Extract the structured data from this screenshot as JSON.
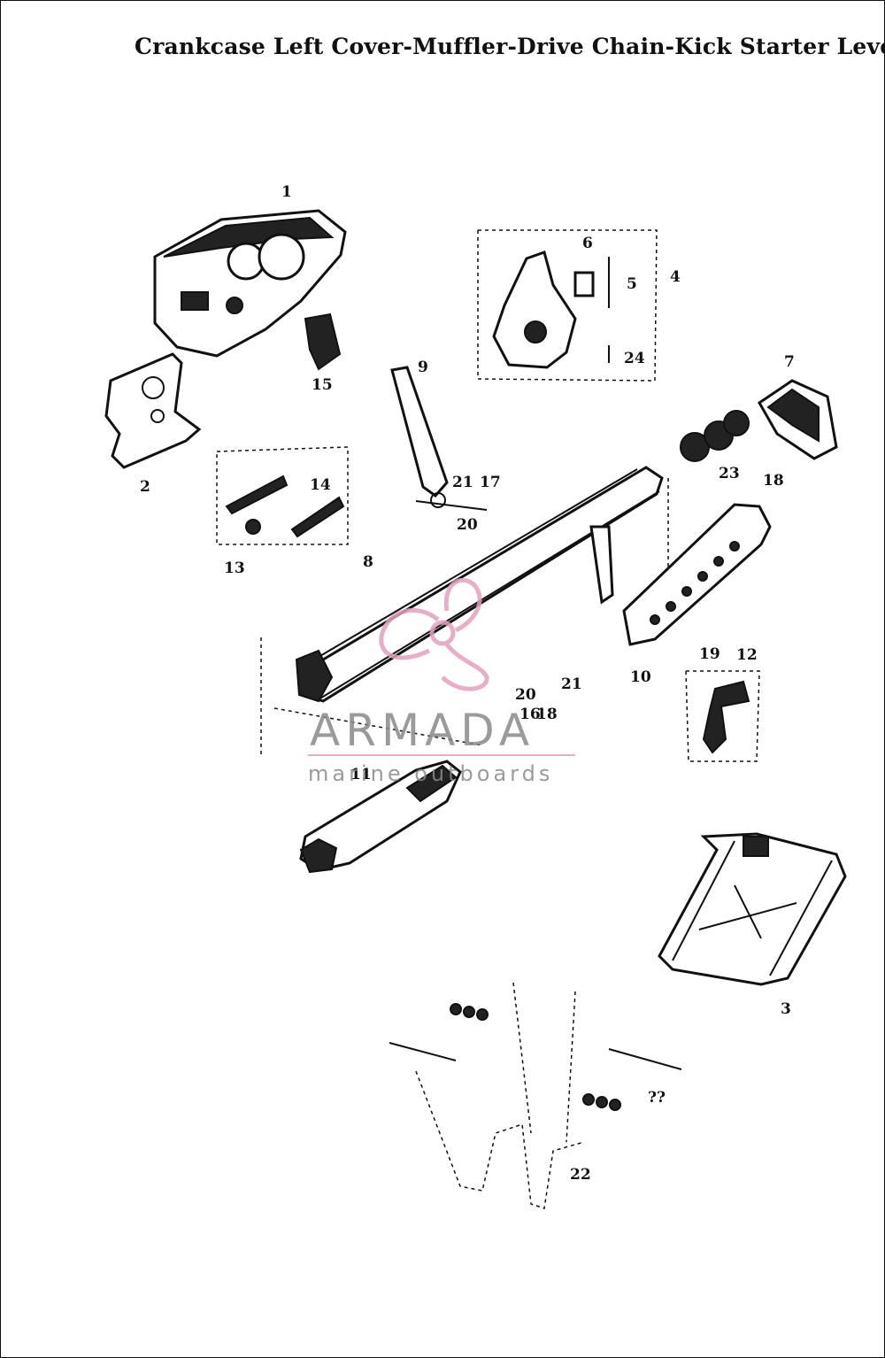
{
  "title": "Crankcase Left Cover-Muffler-Drive Chain-Kick Starter Lever",
  "callouts": [
    "1",
    "2",
    "3",
    "4",
    "5",
    "6",
    "7",
    "8",
    "9",
    "10",
    "11",
    "12",
    "13",
    "14",
    "15",
    "16",
    "17",
    "18",
    "18",
    "19",
    "20",
    "20",
    "21",
    "21",
    "22",
    "23",
    "24",
    "??"
  ],
  "watermark": {
    "brand": "ARMADA",
    "tagline": "marine outboards",
    "color": "#e3a0be"
  }
}
